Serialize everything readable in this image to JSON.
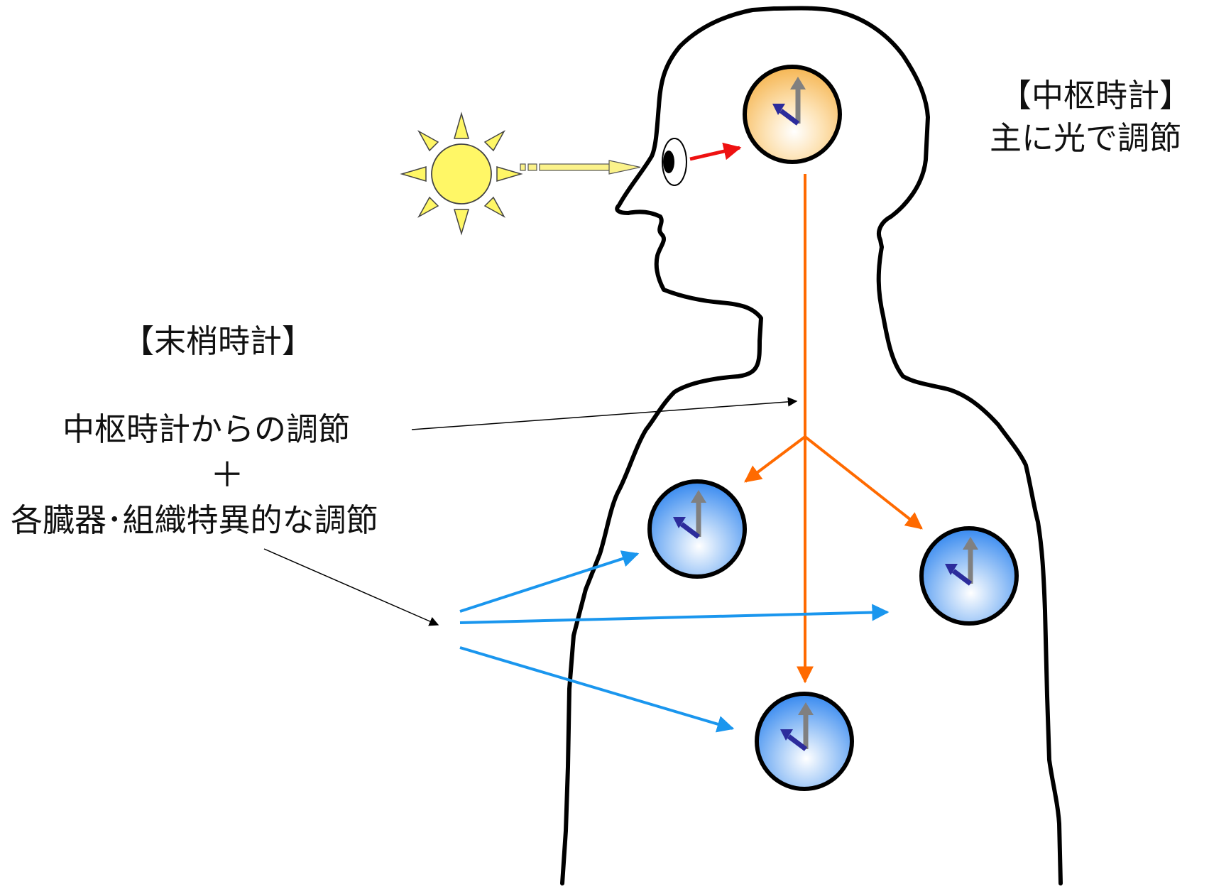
{
  "central_clock": {
    "title": "【中枢時計】",
    "subtitle": "主に光で調節"
  },
  "peripheral_clock": {
    "title": "【末梢時計】",
    "line1": "中枢時計からの調節",
    "plus": "＋",
    "line2": "各臓器･組織特異的な調節"
  },
  "colors": {
    "body_outline": "#000000",
    "sun": "#fff766",
    "light_ray": "#fbf28a",
    "retina_arrow": "#ee1111",
    "central_signal": "#ff6a00",
    "peripheral_signal": "#1a96ee",
    "central_clock_face": "#f6b95a",
    "peripheral_clock_face": "#3f8ef0",
    "hour_hand": "#2c2c9c",
    "minute_hand": "#808080"
  },
  "icons": {
    "sun": "sun-icon",
    "eye": "eye-icon",
    "clock": "clock-icon"
  }
}
